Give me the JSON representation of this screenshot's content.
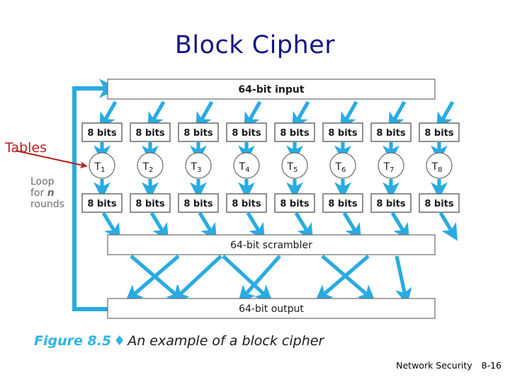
{
  "slide": {
    "title": "Block Cipher",
    "footer": {
      "course": "Network Security",
      "page": "8-16"
    }
  },
  "colors": {
    "title": "#151585",
    "arrow_blue": "#29abe2",
    "annotation_red": "#b42020",
    "box_border": "#808080",
    "box_border_dark": "#555555",
    "caption_blue": "#31b4e8",
    "loop_text": "#6d6d6d"
  },
  "annotation": {
    "tables_label": "Tables"
  },
  "figure": {
    "caption_number": "Figure 8.5",
    "caption_diamond": "♦",
    "caption_text": "An example of a block cipher",
    "input_box": "64-bit input",
    "scrambler_box": "64-bit scrambler",
    "output_box": "64-bit output",
    "loop_label_line1": "Loop",
    "loop_label_line2a": "for ",
    "loop_label_line2b": "n",
    "loop_label_line3": "rounds",
    "bit_boxes_top": [
      "8 bits",
      "8 bits",
      "8 bits",
      "8 bits",
      "8 bits",
      "8 bits",
      "8 bits",
      "8 bits"
    ],
    "bit_boxes_bottom": [
      "8 bits",
      "8 bits",
      "8 bits",
      "8 bits",
      "8 bits",
      "8 bits",
      "8 bits",
      "8 bits"
    ],
    "tables": [
      {
        "base": "T",
        "sub": "1"
      },
      {
        "base": "T",
        "sub": "2"
      },
      {
        "base": "T",
        "sub": "3"
      },
      {
        "base": "T",
        "sub": "4"
      },
      {
        "base": "T",
        "sub": "5"
      },
      {
        "base": "T",
        "sub": "6"
      },
      {
        "base": "T",
        "sub": "7"
      },
      {
        "base": "T",
        "sub": "8"
      }
    ]
  }
}
